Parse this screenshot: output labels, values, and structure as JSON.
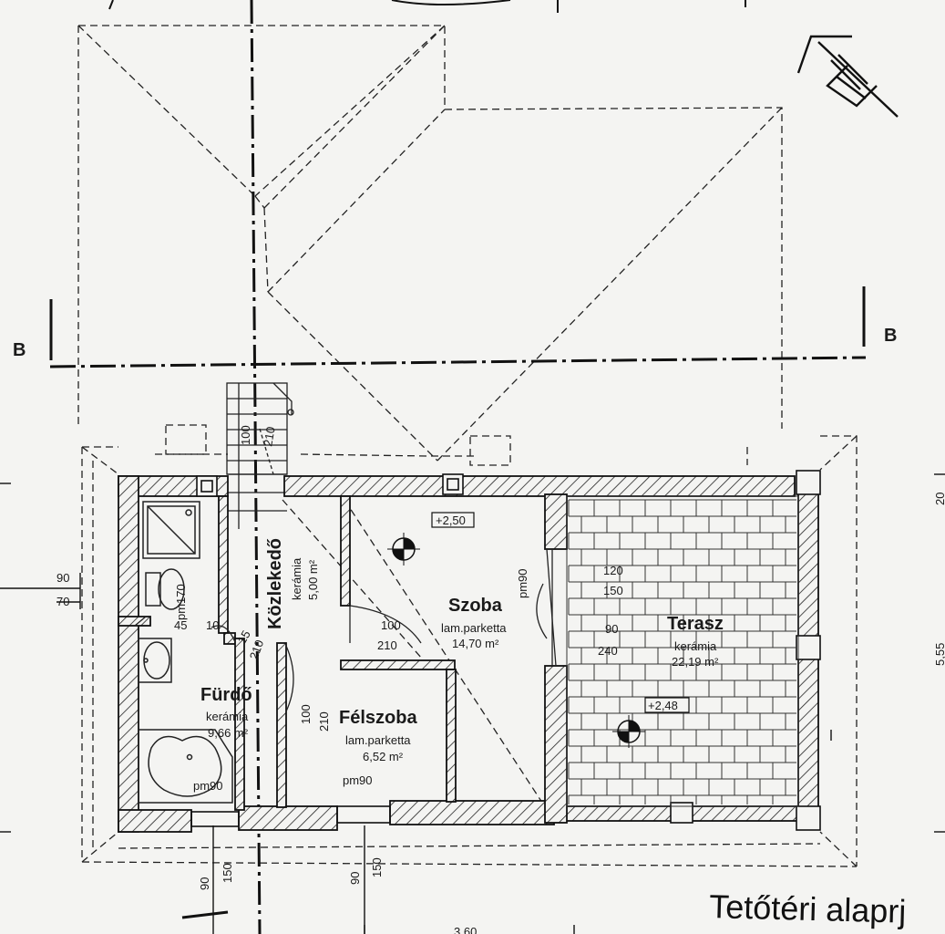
{
  "section_marks": {
    "left": "B",
    "right": "B"
  },
  "rooms": {
    "kozlekedo": {
      "name": "Közlekedő",
      "floor": "kerámia",
      "area": "5,00 m²"
    },
    "szoba": {
      "name": "Szoba",
      "floor": "lam.parketta",
      "area": "14,70 m²"
    },
    "terasz": {
      "name": "Terasz",
      "floor": "kerámia",
      "area": "22,19 m²"
    },
    "felszoba": {
      "name": "Félszoba",
      "floor": "lam.parketta",
      "area": "6,52 m²"
    },
    "furdo": {
      "name": "Fürdő",
      "floor": "kerámia",
      "area": "9,66 m²"
    }
  },
  "levels": {
    "szoba": "+2,50",
    "terasz": "+2,48"
  },
  "labels": {
    "pm_szoba": "pm90",
    "pm_felszoba": "pm90",
    "pm_furdo": "pm90",
    "pm_wc": "pm170"
  },
  "dims": {
    "left_90": "90",
    "left_70": "70",
    "d45": "45",
    "d10": "10",
    "d15": "15",
    "stair_100": "100",
    "stair_210": "210",
    "hall_210": "210",
    "szoba_100": "100",
    "szoba_210": "210",
    "szoba_pm90": "pm90",
    "felszoba_100": "100",
    "felszoba_210": "210",
    "terasz_120": "120",
    "terasz_150": "150",
    "terasz_90": "90",
    "terasz_240": "240",
    "bottom_90a": "90",
    "bottom_150a": "150",
    "bottom_90b": "90",
    "bottom_150b": "150",
    "bottom_360": "3,60",
    "right_20": "20",
    "right_555": "5,55"
  },
  "title": "Tetőtéri alaprj"
}
